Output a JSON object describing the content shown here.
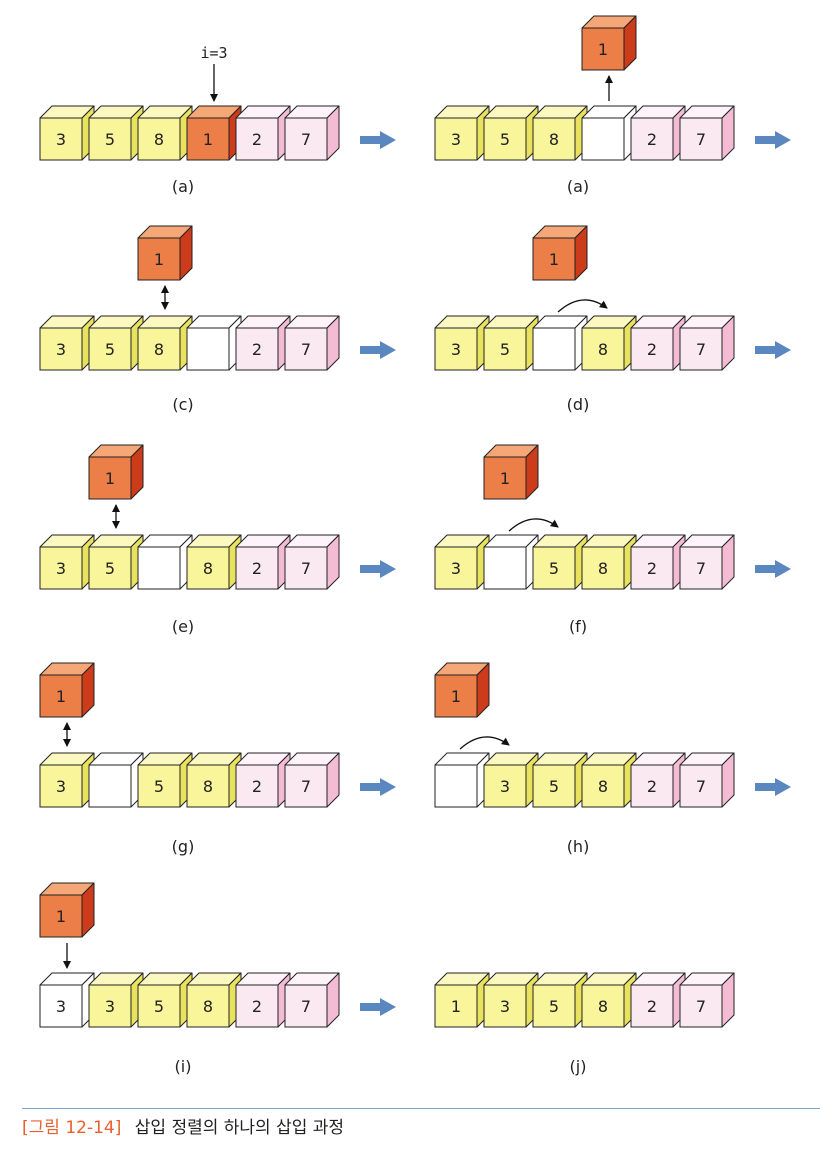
{
  "colors": {
    "yellow": "#f9f59a",
    "yellow_side": "#e9e25f",
    "yellow_top": "#fbf8c0",
    "pink": "#fbe9f2",
    "pink_side": "#f4bcd4",
    "pink_top": "#fdf3f8",
    "orange": "#ec7f47",
    "orange_side": "#cc3b1a",
    "orange_top": "#f6a777",
    "white": "#ffffff",
    "flow_arrow": "#5b87c0",
    "caption_label": "#e8602c"
  },
  "panels": [
    {
      "label": "(a)",
      "cells": [
        {
          "v": "3",
          "c": "yellow"
        },
        {
          "v": "5",
          "c": "yellow"
        },
        {
          "v": "8",
          "c": "yellow"
        },
        {
          "v": "1",
          "c": "orange"
        },
        {
          "v": "2",
          "c": "pink"
        },
        {
          "v": "7",
          "c": "pink"
        }
      ],
      "pointer": {
        "text": "i=3",
        "slot": 3
      },
      "flow_arrow": true
    },
    {
      "label": "(a)",
      "cells": [
        {
          "v": "3",
          "c": "yellow"
        },
        {
          "v": "5",
          "c": "yellow"
        },
        {
          "v": "8",
          "c": "yellow"
        },
        {
          "v": "",
          "c": "white"
        },
        {
          "v": "2",
          "c": "pink"
        },
        {
          "v": "7",
          "c": "pink"
        }
      ],
      "held": {
        "value": "1",
        "slot": 3,
        "connector": "up"
      },
      "flow_arrow": true
    },
    {
      "label": "(c)",
      "cells": [
        {
          "v": "3",
          "c": "yellow"
        },
        {
          "v": "5",
          "c": "yellow"
        },
        {
          "v": "8",
          "c": "yellow"
        },
        {
          "v": "",
          "c": "white"
        },
        {
          "v": "2",
          "c": "pink"
        },
        {
          "v": "7",
          "c": "pink"
        }
      ],
      "held": {
        "value": "1",
        "slot": 2,
        "connector": "double"
      },
      "flow_arrow": true
    },
    {
      "label": "(d)",
      "cells": [
        {
          "v": "3",
          "c": "yellow"
        },
        {
          "v": "5",
          "c": "yellow"
        },
        {
          "v": "",
          "c": "white"
        },
        {
          "v": "8",
          "c": "yellow"
        },
        {
          "v": "2",
          "c": "pink"
        },
        {
          "v": "7",
          "c": "pink"
        }
      ],
      "held": {
        "value": "1",
        "slot": 2,
        "connector": "none"
      },
      "shift": {
        "from": 2,
        "to": 3
      },
      "flow_arrow": true
    },
    {
      "label": "(e)",
      "cells": [
        {
          "v": "3",
          "c": "yellow"
        },
        {
          "v": "5",
          "c": "yellow"
        },
        {
          "v": "",
          "c": "white"
        },
        {
          "v": "8",
          "c": "yellow"
        },
        {
          "v": "2",
          "c": "pink"
        },
        {
          "v": "7",
          "c": "pink"
        }
      ],
      "held": {
        "value": "1",
        "slot": 1,
        "connector": "double"
      },
      "flow_arrow": true
    },
    {
      "label": "(f)",
      "cells": [
        {
          "v": "3",
          "c": "yellow"
        },
        {
          "v": "",
          "c": "white"
        },
        {
          "v": "5",
          "c": "yellow"
        },
        {
          "v": "8",
          "c": "yellow"
        },
        {
          "v": "2",
          "c": "pink"
        },
        {
          "v": "7",
          "c": "pink"
        }
      ],
      "held": {
        "value": "1",
        "slot": 1,
        "connector": "none"
      },
      "shift": {
        "from": 1,
        "to": 2
      },
      "flow_arrow": true
    },
    {
      "label": "(g)",
      "cells": [
        {
          "v": "3",
          "c": "yellow"
        },
        {
          "v": "",
          "c": "white"
        },
        {
          "v": "5",
          "c": "yellow"
        },
        {
          "v": "8",
          "c": "yellow"
        },
        {
          "v": "2",
          "c": "pink"
        },
        {
          "v": "7",
          "c": "pink"
        }
      ],
      "held": {
        "value": "1",
        "slot": 0,
        "connector": "double"
      },
      "flow_arrow": true
    },
    {
      "label": "(h)",
      "cells": [
        {
          "v": "",
          "c": "white"
        },
        {
          "v": "3",
          "c": "yellow"
        },
        {
          "v": "5",
          "c": "yellow"
        },
        {
          "v": "8",
          "c": "yellow"
        },
        {
          "v": "2",
          "c": "pink"
        },
        {
          "v": "7",
          "c": "pink"
        }
      ],
      "held": {
        "value": "1",
        "slot": 0,
        "connector": "none"
      },
      "shift": {
        "from": 0,
        "to": 1
      },
      "flow_arrow": true
    },
    {
      "label": "(i)",
      "cells": [
        {
          "v": "3",
          "c": "white"
        },
        {
          "v": "3",
          "c": "yellow"
        },
        {
          "v": "5",
          "c": "yellow"
        },
        {
          "v": "8",
          "c": "yellow"
        },
        {
          "v": "2",
          "c": "pink"
        },
        {
          "v": "7",
          "c": "pink"
        }
      ],
      "held": {
        "value": "1",
        "slot": 0,
        "connector": "down"
      },
      "flow_arrow": true
    },
    {
      "label": "(j)",
      "cells": [
        {
          "v": "1",
          "c": "yellow"
        },
        {
          "v": "3",
          "c": "yellow"
        },
        {
          "v": "5",
          "c": "yellow"
        },
        {
          "v": "8",
          "c": "yellow"
        },
        {
          "v": "2",
          "c": "pink"
        },
        {
          "v": "7",
          "c": "pink"
        }
      ],
      "flow_arrow": false
    }
  ],
  "caption": {
    "label": "[그림 12-14]",
    "title": "삽입 정렬의 하나의 삽입 과정"
  }
}
